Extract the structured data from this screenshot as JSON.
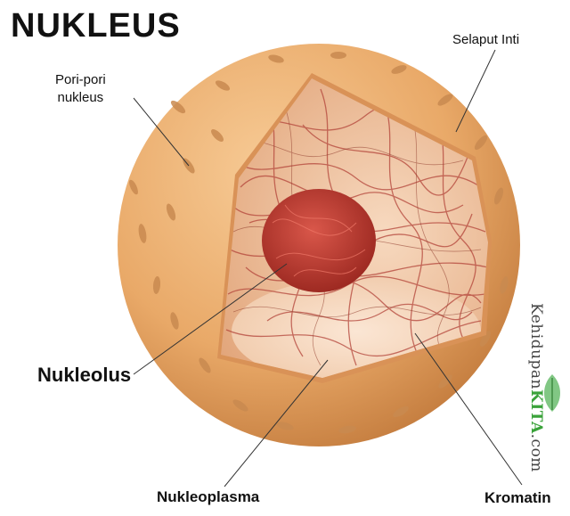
{
  "diagram": {
    "title": "NUKLEUS",
    "labels": {
      "pori_line1": "Pori-pori",
      "pori_line2": "nukleus",
      "selaput": "Selaput Inti",
      "nukleolus": "Nukleolus",
      "nukleoplasma": "Nukleoplasma",
      "kromatin": "Kromatin"
    },
    "watermark": {
      "part1": "Kehidupan",
      "part2": "KITA",
      "part3": ".com"
    },
    "colors": {
      "shell": "#e9a968",
      "shell_dark": "#c27a3c",
      "interior": "#f3c8a6",
      "chromatin": "#b3443a",
      "nucleolus": "#c0392b",
      "pore": "#c98a50"
    }
  }
}
